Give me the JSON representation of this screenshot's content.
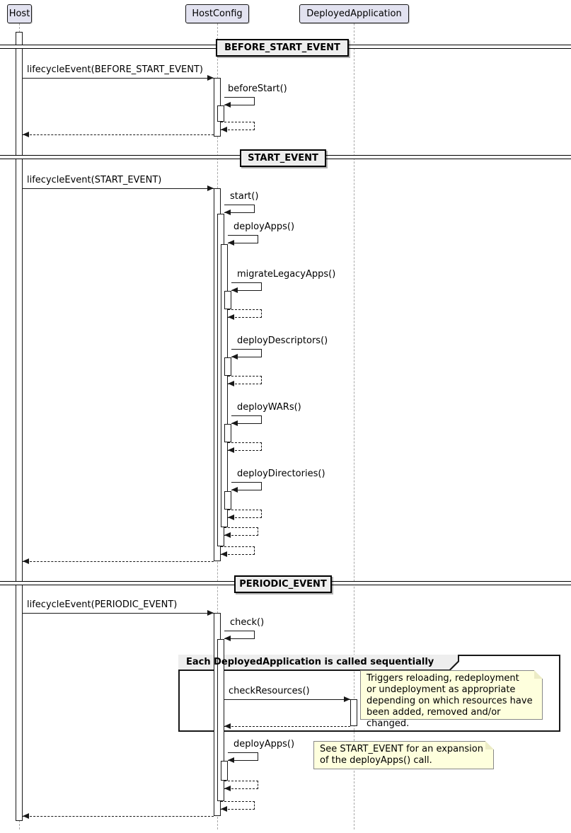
{
  "diagram": {
    "participants": [
      {
        "name": "Host"
      },
      {
        "name": "HostConfig"
      },
      {
        "name": "DeployedApplication"
      }
    ],
    "dividers": [
      {
        "label": "BEFORE_START_EVENT"
      },
      {
        "label": "START_EVENT"
      },
      {
        "label": "PERIODIC_EVENT"
      }
    ],
    "messages": {
      "lifecycle_before": "lifecycleEvent(BEFORE_START_EVENT)",
      "before_start": "beforeStart()",
      "lifecycle_start": "lifecycleEvent(START_EVENT)",
      "start": "start()",
      "deploy_apps": "deployApps()",
      "migrate_legacy_apps": "migrateLegacyApps()",
      "deploy_descriptors": "deployDescriptors()",
      "deploy_wars": "deployWARs()",
      "deploy_directories": "deployDirectories()",
      "lifecycle_periodic": "lifecycleEvent(PERIODIC_EVENT)",
      "check": "check()",
      "check_resources": "checkResources()",
      "deploy_apps_periodic": "deployApps()"
    },
    "group": {
      "label": "Each DeployedApplication is called sequentially"
    },
    "notes": {
      "check_resources_note": "Triggers reloading, redeployment\nor undeployment as appropriate\ndepending on which resources have\nbeen added, removed and/or changed.",
      "deploy_apps_note": "See START_EVENT for an expansion\nof the deployApps() call."
    },
    "colors": {
      "participant_fill": "#E2E2F0",
      "participant_border": "#181818",
      "divider_fill": "#EEEEEE",
      "group_header_fill": "#EEEEEE",
      "note_fill": "#FEFFDD",
      "note_border": "#888888",
      "line": "#181818",
      "lifeline": "#A8A8A8"
    }
  }
}
